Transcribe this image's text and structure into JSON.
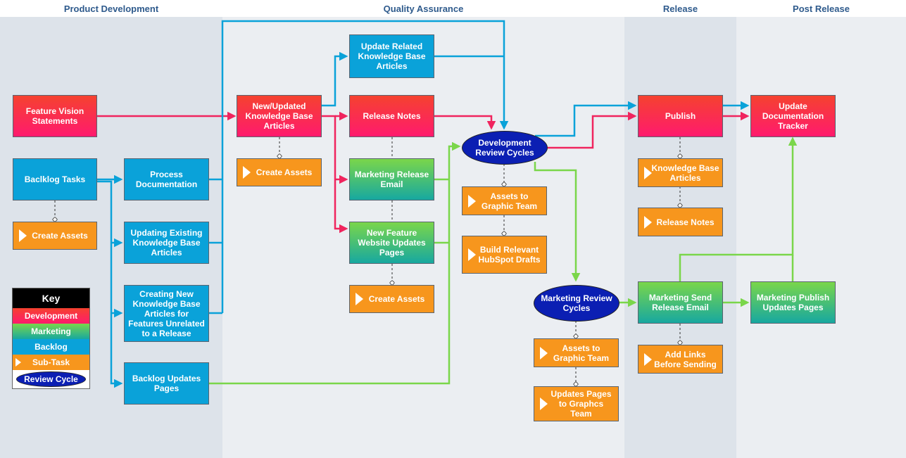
{
  "lanes": [
    {
      "title": "Product Development",
      "color": "#dde3ea"
    },
    {
      "title": "Quality Assurance",
      "color": "#ebeef2"
    },
    {
      "title": "Release",
      "color": "#dde3ea"
    },
    {
      "title": "Post Release",
      "color": "#ebeef2"
    }
  ],
  "nodes": {
    "feature_vision": "Feature Vision Statements",
    "backlog_tasks": "Baclklog Tasks",
    "create_assets_1": "Create Assets",
    "process_doc": "Process Documentation",
    "updating_existing": "Updating Existing Knowledge Base Articles",
    "creating_new": "Creating New Knowledge Base Articles for Features Unrelated to a Release",
    "backlog_updates": "Backlog Updates Pages",
    "new_updated_kb": "New/Updated Knowledge Base Articles",
    "create_assets_2": "Create Assets",
    "update_related": "Update Related Knowledge Base Articles",
    "release_notes": "Release Notes",
    "marketing_release_email": "Marketing Release Email",
    "new_feature_website": "New Feature Website Updates Pages",
    "create_assets_3": "Create Assets",
    "dev_review": "Development Review Cycles",
    "assets_graphic_1": "Assets to Graphic Team",
    "build_hubspot": "Build Relevant HubSpot Drafts",
    "marketing_review": "Marketing Review Cycles",
    "assets_graphic_2": "Assets to Graphic Team",
    "updates_pages_graphics": "Updates Pages to Graphcs Team",
    "publish": "Publish",
    "kb_articles": "Knowledge Base Articles",
    "release_notes_sub": "Release Notes",
    "marketing_send": "Marketing Send Release Email",
    "add_links": "Add Links Before Sending",
    "update_doc_tracker": "Update Documentation Tracker",
    "marketing_publish": "Marketing Publish Updates Pages"
  },
  "key": {
    "title": "Key",
    "development": "Development",
    "marketing": "Marketing",
    "backlog": "Backlog",
    "subtask": "Sub-Task",
    "review": "Review Cycle"
  },
  "colors": {
    "development_arrow": "#f0245e",
    "marketing_arrow": "#7ad64a",
    "backlog_arrow": "#0aa2d9",
    "review_cycle": "#0b1fb3",
    "subtask": "#f7961d"
  }
}
